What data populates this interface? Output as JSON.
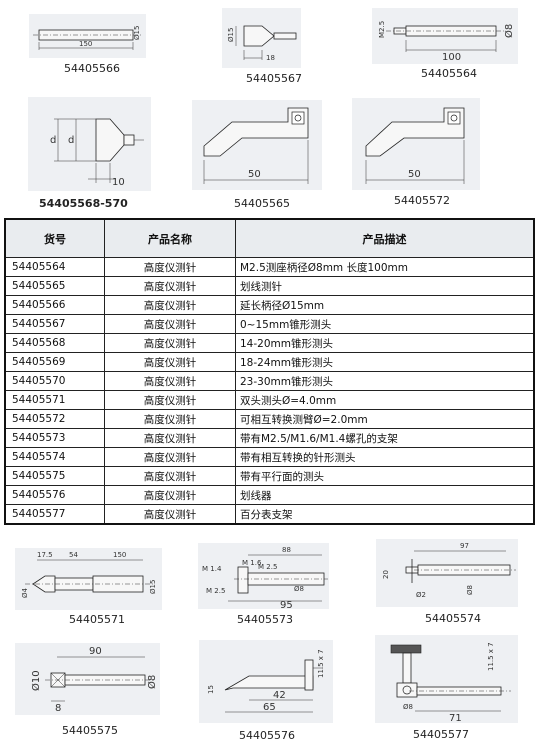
{
  "top_figures": [
    {
      "caption": "54405566",
      "dims": [
        "150",
        "Ø15"
      ]
    },
    {
      "caption": "54405567",
      "dims": [
        "Ø15",
        "18"
      ]
    },
    {
      "caption": "54405564",
      "dims": [
        "M2.5",
        "100",
        "Ø8"
      ]
    },
    {
      "caption": "54405568-570",
      "dims": [
        "d",
        "d",
        "10"
      ]
    },
    {
      "caption": "54405565",
      "dims": [
        "50"
      ]
    },
    {
      "caption": "54405572",
      "dims": [
        "50"
      ]
    }
  ],
  "table": {
    "headers": [
      "货号",
      "产品名称",
      "产品描述"
    ],
    "rows": [
      [
        "54405564",
        "高度仪测针",
        "M2.5测座柄径Ø8mm 长度100mm"
      ],
      [
        "54405565",
        "高度仪测针",
        "划线测针"
      ],
      [
        "54405566",
        "高度仪测针",
        "延长柄径Ø15mm"
      ],
      [
        "54405567",
        "高度仪测针",
        "0~15mm锥形测头"
      ],
      [
        "54405568",
        "高度仪测针",
        "14-20mm锥形测头"
      ],
      [
        "54405569",
        "高度仪测针",
        "18-24mm锥形测头"
      ],
      [
        "54405570",
        "高度仪测针",
        "23-30mm锥形测头"
      ],
      [
        "54405571",
        "高度仪测针",
        "双头测头Ø=4.0mm"
      ],
      [
        "54405572",
        "高度仪测针",
        "可相互转换测臂Ø=2.0mm"
      ],
      [
        "54405573",
        "高度仪测针",
        "带有M2.5/M1.6/M1.4螺孔的支架"
      ],
      [
        "54405574",
        "高度仪测针",
        "带有相互转换的针形测头"
      ],
      [
        "54405575",
        "高度仪测针",
        "带有平行面的测头"
      ],
      [
        "54405576",
        "高度仪测针",
        "划线器"
      ],
      [
        "54405577",
        "高度仪测针",
        "百分表支架"
      ]
    ]
  },
  "bottom_figures": [
    {
      "caption": "54405571",
      "dims": [
        "17.5",
        "54",
        "150",
        "Ø4",
        "Ø15"
      ]
    },
    {
      "caption": "54405573",
      "dims": [
        "88",
        "M 1.6",
        "M 1.4",
        "M 2.5",
        "M 2.5",
        "95",
        "Ø8"
      ]
    },
    {
      "caption": "54405574",
      "dims": [
        "97",
        "20",
        "Ø2",
        "Ø8"
      ]
    },
    {
      "caption": "54405575",
      "dims": [
        "90",
        "Ø10",
        "8",
        "Ø8"
      ]
    },
    {
      "caption": "54405576",
      "dims": [
        "15",
        "42",
        "65",
        "11.5 x 7"
      ]
    },
    {
      "caption": "54405577",
      "dims": [
        "11.5 x 7",
        "Ø8",
        "71"
      ]
    }
  ]
}
